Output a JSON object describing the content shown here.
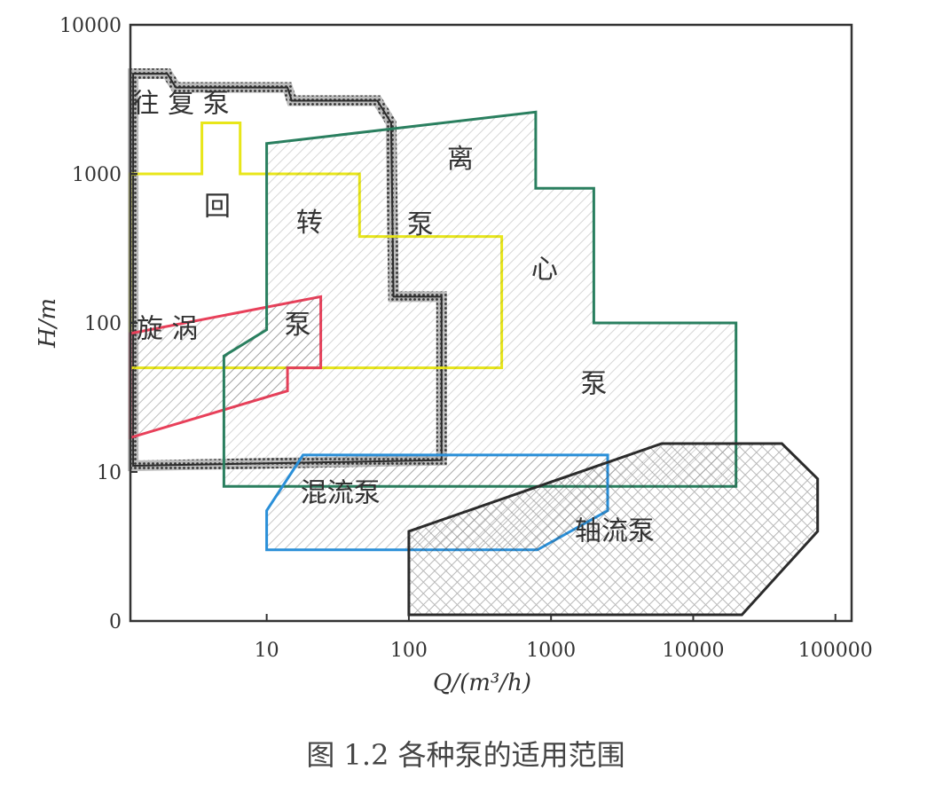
{
  "caption": "图 1.2   各种泵的适用范围",
  "chart_data": {
    "type": "area",
    "xlabel": "Q/(m³/h)",
    "ylabel": "H/m",
    "x_scale": "log",
    "y_scale": "log",
    "xlim": [
      1.1,
      130000
    ],
    "ylim": [
      1,
      10000
    ],
    "x_ticks": [
      "10",
      "100",
      "1000",
      "10000",
      "100000"
    ],
    "x_tick_values": [
      10,
      100,
      1000,
      10000,
      100000
    ],
    "y_ticks": [
      "10000",
      "1000",
      "100",
      "10",
      "0"
    ],
    "y_tick_values": [
      10000,
      1000,
      100,
      10,
      1
    ],
    "regions": [
      {
        "id": "reciprocating",
        "color": "#2b2b2b",
        "style": "dotted",
        "points": [
          [
            1.15,
            4700
          ],
          [
            2.0,
            4700
          ],
          [
            2.3,
            3800
          ],
          [
            14,
            3800
          ],
          [
            15,
            3100
          ],
          [
            60,
            3100
          ],
          [
            75,
            2200
          ],
          [
            78,
            150
          ],
          [
            170,
            150
          ],
          [
            170,
            12
          ],
          [
            1.15,
            11
          ]
        ]
      },
      {
        "id": "rotary",
        "color": "#e8e619",
        "style": "line",
        "points": [
          [
            1.1,
            1000
          ],
          [
            3.5,
            1000
          ],
          [
            3.5,
            2200
          ],
          [
            6.5,
            2200
          ],
          [
            6.5,
            1000
          ],
          [
            45,
            1000
          ],
          [
            45,
            380
          ],
          [
            450,
            380
          ],
          [
            450,
            50
          ],
          [
            1.1,
            50
          ]
        ]
      },
      {
        "id": "vortex",
        "color": "#e8405a",
        "style": "hatch",
        "points": [
          [
            1.1,
            85
          ],
          [
            24,
            150
          ],
          [
            24,
            50
          ],
          [
            14,
            50
          ],
          [
            14,
            35
          ],
          [
            1.1,
            17
          ]
        ]
      },
      {
        "id": "centrifugal",
        "color": "#2a7f5f",
        "style": "hatch",
        "points": [
          [
            10,
            1600
          ],
          [
            780,
            2600
          ],
          [
            780,
            800
          ],
          [
            2000,
            800
          ],
          [
            2000,
            100
          ],
          [
            20000,
            100
          ],
          [
            20000,
            8
          ],
          [
            5,
            8
          ],
          [
            5,
            60
          ],
          [
            10,
            90
          ]
        ]
      },
      {
        "id": "mixed_flow",
        "color": "#2a8fd8",
        "style": "hatch",
        "points": [
          [
            18,
            13
          ],
          [
            2500,
            13
          ],
          [
            2500,
            5.5
          ],
          [
            800,
            3
          ],
          [
            10,
            3
          ],
          [
            10,
            5.5
          ]
        ]
      },
      {
        "id": "axial_flow",
        "color": "#2b2b2b",
        "style": "crosshatch",
        "points": [
          [
            100,
            4
          ],
          [
            6000,
            15.5
          ],
          [
            42000,
            15.5
          ],
          [
            75000,
            9
          ],
          [
            75000,
            4
          ],
          [
            22000,
            1.1
          ],
          [
            100,
            1.1
          ]
        ]
      }
    ],
    "region_labels": [
      {
        "id": "reciprocating",
        "text": "往  复  泵",
        "x": 2.5,
        "y": 2600
      },
      {
        "id": "rotary",
        "text": "回",
        "x": 4.5,
        "y": 530
      },
      {
        "id": "rotary",
        "text": "转",
        "x": 20,
        "y": 410
      },
      {
        "id": "vortex",
        "text": "旋  涡",
        "x": 2.0,
        "y": 80
      },
      {
        "id": "vortex",
        "text": "泵",
        "x": 16.5,
        "y": 85
      },
      {
        "id": "centrifugal",
        "text": "离",
        "x": 230,
        "y": 1100
      },
      {
        "id": "centrifugal",
        "text": "泵",
        "x": 120,
        "y": 400
      },
      {
        "id": "centrifugal",
        "text": "心",
        "x": 900,
        "y": 200
      },
      {
        "id": "centrifugal",
        "text": "泵",
        "x": 2000,
        "y": 34
      },
      {
        "id": "mixed_flow",
        "text": "混流泵",
        "x": 33,
        "y": 6.3
      },
      {
        "id": "axial_flow",
        "text": "轴流泵",
        "x": 2800,
        "y": 3.5
      }
    ]
  }
}
